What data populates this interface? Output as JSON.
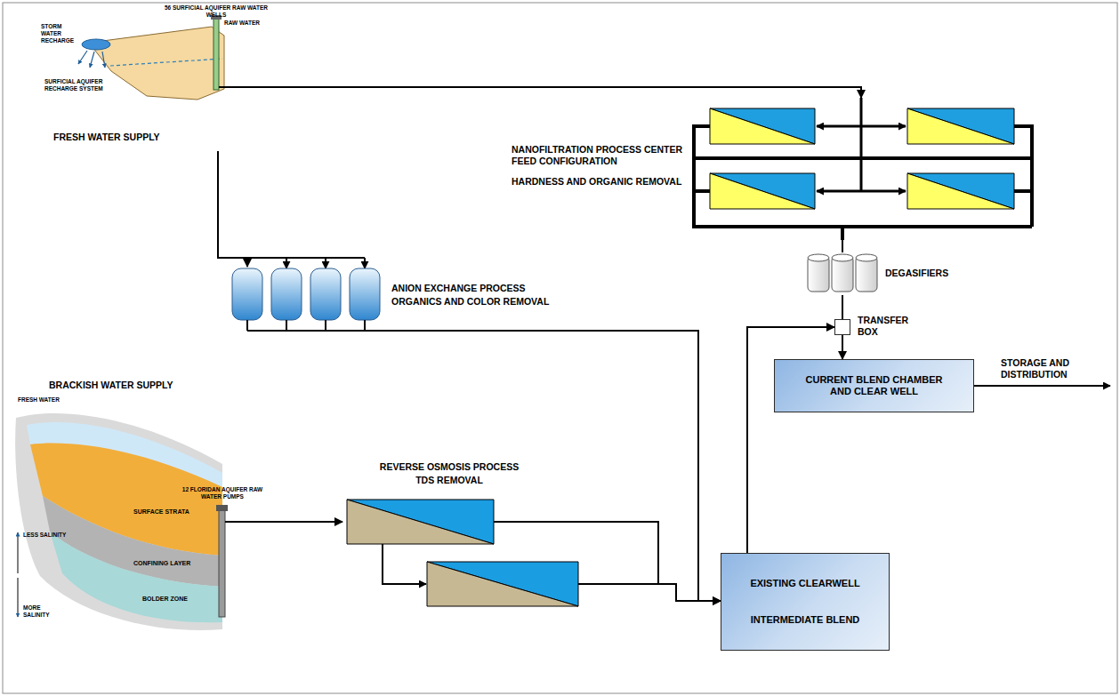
{
  "diagram": {
    "nodes": [
      {
        "text": [
          "FRESH WATER SUPPLY"
        ]
      },
      {
        "text": [
          "NANOFILTRATION PROCESS CENTER FEED CONFIGURATION",
          "HARDNESS AND ORGANIC REMOVAL"
        ]
      },
      {
        "text": [
          "DEGASIFIERS"
        ]
      },
      {
        "text": [
          "TRANSFER BOX"
        ]
      },
      {
        "text": [
          "CURRENT BLEND CHAMBER AND CLEAR WELL"
        ]
      },
      {
        "text": [
          "ANION EXCHANGE PROCESS",
          "ORGANICS AND COLOR REMOVAL"
        ]
      },
      {
        "text": [
          "BRACKISH WATER SUPPLY"
        ]
      },
      {
        "text": [
          "REVERSE OSMOSIS PROCESS",
          "TDS REMOVAL"
        ]
      },
      {
        "text": [
          "EXISTING CLEARWELL",
          "INTERMEDIATE BLEND"
        ]
      }
    ],
    "edges": [
      {
        "from": 0,
        "to": 1,
        "arrow": "to"
      },
      {
        "from": 0,
        "to": 5,
        "arrow": "to"
      },
      {
        "from": 1,
        "to": 2,
        "arrow": "none"
      },
      {
        "from": 2,
        "to": 3,
        "arrow": "none"
      },
      {
        "from": 3,
        "to": 4,
        "arrow": "to"
      },
      {
        "from": 8,
        "to": 3,
        "arrow": "to"
      },
      {
        "from": 5,
        "to": 8,
        "arrow": "to"
      },
      {
        "from": 6,
        "to": 7,
        "arrow": "to"
      },
      {
        "from": 7,
        "to": 8,
        "arrow": "to"
      }
    ],
    "labels": [
      "56 SURFICIAL AQUIFER RAW WATER WELLS",
      "RAW WATER",
      "STORM WATER RECHARGE",
      "SURFICIAL AQUIFER RECHARGE SYSTEM",
      "STORAGE AND DISTRIBUTION",
      "12 FLORIDAN AQUIFER RAW WATER PUMPS",
      "FRESH WATER",
      "LESS SALINITY",
      "MORE SALINITY",
      "SURFACE STRATA",
      "CONFINING LAYER",
      "BOLDER ZONE"
    ]
  }
}
